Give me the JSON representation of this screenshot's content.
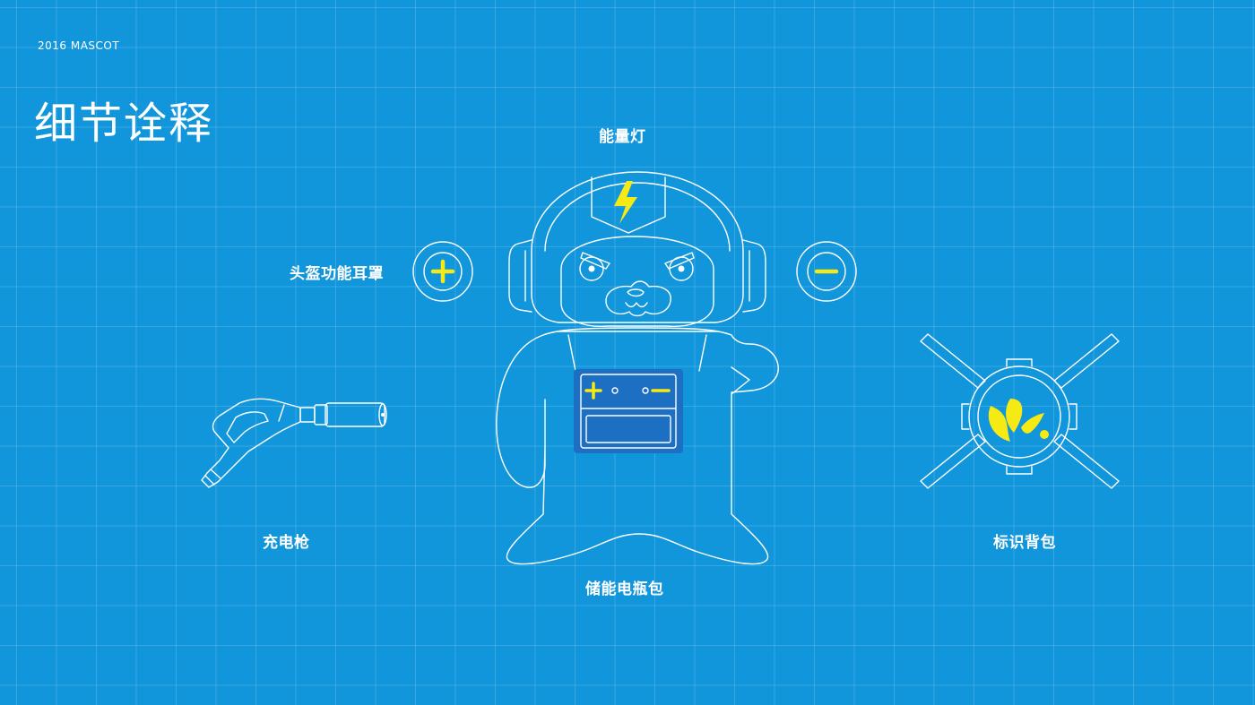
{
  "header": {
    "tag": "2016  MASCOT",
    "title": "细节诠释"
  },
  "labels": {
    "energy_light": "能量灯",
    "helmet_earmuff": "头盔功能耳罩",
    "charging_gun": "充电枪",
    "battery_pack": "储能电瓶包",
    "logo_backpack": "标识背包"
  },
  "colors": {
    "background": "#1196dc",
    "grid_line": "#ffffff",
    "line_art": "#ffffff",
    "accent": "#f5ea14",
    "panel": "#1c6fc2"
  },
  "icons": {
    "energy_light": "lightning-bolt-icon",
    "earmuff_left": "plus-circle-icon",
    "earmuff_right": "minus-circle-icon",
    "charging_gun": "charging-gun-icon",
    "logo_backpack": "droplet-logo-icon"
  }
}
